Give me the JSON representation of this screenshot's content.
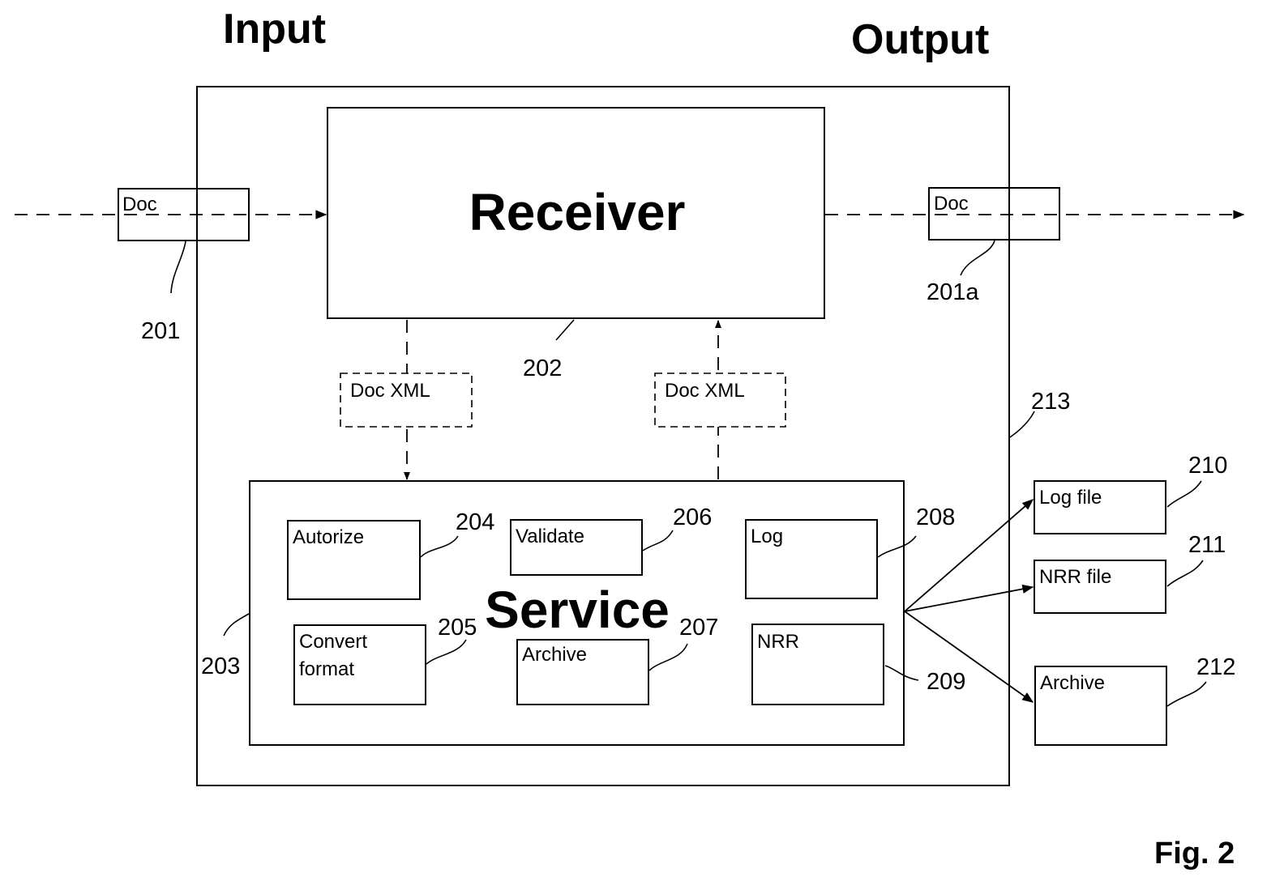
{
  "headings": {
    "input": "Input",
    "output": "Output"
  },
  "receiver": {
    "label": "Receiver",
    "ref": "202"
  },
  "system": {
    "ref": "213"
  },
  "doc_in": {
    "label": "Doc",
    "ref": "201"
  },
  "doc_out": {
    "label": "Doc",
    "ref": "201a"
  },
  "xml_down": {
    "label": "Doc XML"
  },
  "xml_up": {
    "label": "Doc XML"
  },
  "service": {
    "label": "Service",
    "ref": "203",
    "modules": {
      "autorize": {
        "label": "Autorize",
        "ref": "204"
      },
      "convert": {
        "line1": "Convert",
        "line2": "format",
        "ref": "205"
      },
      "validate": {
        "label": "Validate",
        "ref": "206"
      },
      "archive": {
        "label": "Archive",
        "ref": "207"
      },
      "log": {
        "label": "Log",
        "ref": "208"
      },
      "nrr": {
        "label": "NRR",
        "ref": "209"
      }
    }
  },
  "outputs": {
    "log_file": {
      "label": "Log file",
      "ref": "210"
    },
    "nrr_file": {
      "label": "NRR file",
      "ref": "211"
    },
    "archive": {
      "label": "Archive",
      "ref": "212"
    }
  },
  "figure": {
    "caption": "Fig. 2"
  }
}
